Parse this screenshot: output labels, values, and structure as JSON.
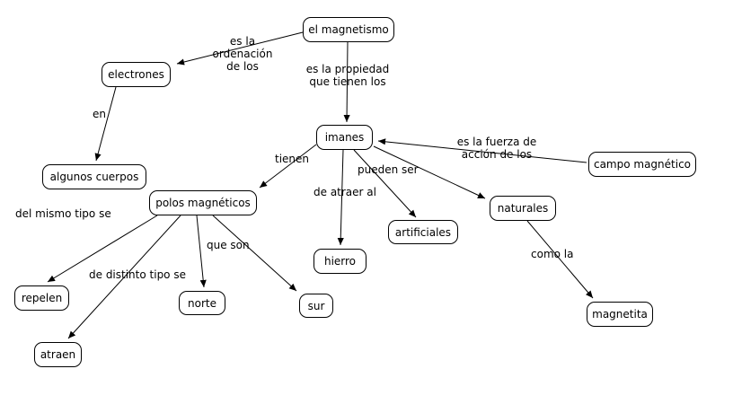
{
  "diagram": {
    "type": "concept-map",
    "topic": "el magnetismo",
    "background_color": "#ffffff",
    "line_color": "#000000",
    "box_border_color": "#000000",
    "box_fill_color": "#ffffff",
    "text_color": "#000000",
    "nodes": [
      {
        "label": "el magnetismo"
      },
      {
        "label": "electrones"
      },
      {
        "label": "imanes"
      },
      {
        "label": "campo magnético"
      },
      {
        "label": "algunos cuerpos"
      },
      {
        "label": "polos magnéticos"
      },
      {
        "label": "naturales"
      },
      {
        "label": "artificiales"
      },
      {
        "label": "hierro"
      },
      {
        "label": "repelen"
      },
      {
        "label": "norte"
      },
      {
        "label": "sur"
      },
      {
        "label": "magnetita"
      },
      {
        "label": "atraen"
      }
    ],
    "link_labels": [
      {
        "text": "es la ordenación\nde los"
      },
      {
        "text": "es la propiedad\nque tienen los"
      },
      {
        "text": "en"
      },
      {
        "text": "tienen"
      },
      {
        "text": "es la fuerza de\nacción de los"
      },
      {
        "text": "pueden ser"
      },
      {
        "text": "de atraer al"
      },
      {
        "text": "del mismo tipo se"
      },
      {
        "text": "que son"
      },
      {
        "text": "de distinto tipo se"
      },
      {
        "text": "como la"
      }
    ],
    "edges": [
      {
        "from": "el magnetismo",
        "label": "es la ordenación de los",
        "to": "electrones"
      },
      {
        "from": "el magnetismo",
        "label": "es la propiedad que tienen los",
        "to": "imanes"
      },
      {
        "from": "electrones",
        "label": "en",
        "to": "algunos cuerpos"
      },
      {
        "from": "imanes",
        "label": "tienen",
        "to": "polos magnéticos"
      },
      {
        "from": "campo magnético",
        "label": "es la fuerza de acción de los",
        "to": "imanes"
      },
      {
        "from": "imanes",
        "label": "de atraer al",
        "to": "hierro"
      },
      {
        "from": "imanes",
        "label": "pueden ser",
        "to": "artificiales"
      },
      {
        "from": "imanes",
        "label": "pueden ser",
        "to": "naturales"
      },
      {
        "from": "polos magnéticos",
        "label": "del mismo tipo se",
        "to": "repelen"
      },
      {
        "from": "polos magnéticos",
        "label": "que son",
        "to": "norte"
      },
      {
        "from": "polos magnéticos",
        "label": "que son",
        "to": "sur"
      },
      {
        "from": "polos magnéticos",
        "label": "de distinto tipo se",
        "to": "atraen"
      },
      {
        "from": "naturales",
        "label": "como la",
        "to": "magnetita"
      }
    ]
  }
}
